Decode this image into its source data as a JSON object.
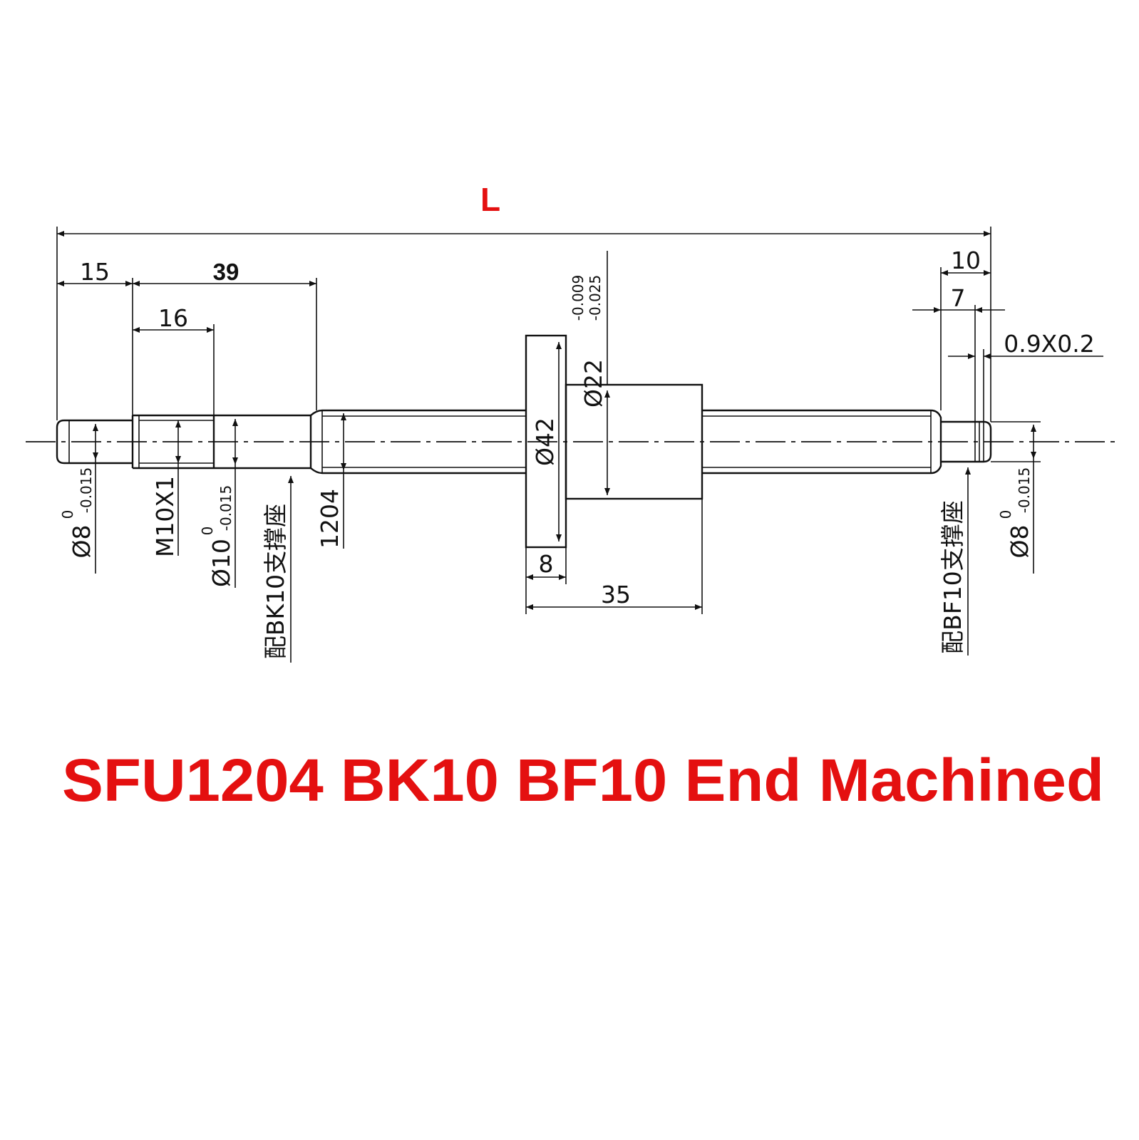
{
  "length_label": "L",
  "dims": {
    "d15": "15",
    "d39": "39",
    "d16": "16",
    "d10": "10",
    "d7": "7",
    "groove": "0.9X0.2",
    "d42": "Ø42",
    "d22": "Ø22",
    "d22_tol_upper": "-0.009",
    "d22_tol_lower": "-0.025",
    "d8_left": "Ø8",
    "d8_left_tol_upper": "0",
    "d8_left_tol_lower": "-0.015",
    "m10": "M10X1",
    "d10_shaft": "Ø10",
    "d10_tol_upper": "0",
    "d10_tol_lower": "-0.015",
    "bk10_note": "配BK10支撑座",
    "screw_1204": "1204",
    "d8_flange": "8",
    "d35": "35",
    "bf10_note": "配BF10支撑座",
    "d8_right": "Ø8",
    "d8_right_tol_upper": "0",
    "d8_right_tol_lower": "-0.015"
  },
  "caption": "SFU1204 BK10 BF10 End Machined",
  "colors": {
    "line": "#111111",
    "caption": "#e41010"
  }
}
